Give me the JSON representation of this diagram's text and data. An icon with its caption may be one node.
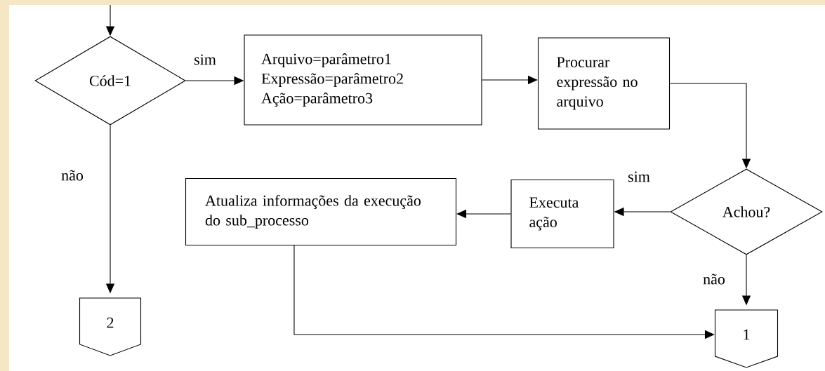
{
  "diagram": {
    "nodes": [
      {
        "text": [
          "Cód=1"
        ]
      },
      {
        "text": [
          "Arquivo=parâmetro1",
          "Expressão=parâmetro2",
          "Ação=parâmetro3"
        ]
      },
      {
        "text": [
          "Procurar expressão no arquivo"
        ]
      },
      {
        "text": [
          "Achou?"
        ]
      },
      {
        "text": [
          "Executa ação"
        ]
      },
      {
        "text": [
          "Atualiza informações da execução do sub_processo"
        ]
      },
      {
        "text": [
          "2"
        ]
      },
      {
        "text": [
          "1"
        ]
      }
    ],
    "edges": [
      {
        "from": null,
        "to": 0,
        "arrow": "to"
      },
      {
        "from": 0,
        "to": 1,
        "arrow": "to",
        "label": "sim"
      },
      {
        "from": 1,
        "to": 2,
        "arrow": "to"
      },
      {
        "from": 2,
        "to": 3,
        "arrow": "to"
      },
      {
        "from": 3,
        "to": 4,
        "arrow": "to",
        "label": "sim"
      },
      {
        "from": 4,
        "to": 5,
        "arrow": "to"
      },
      {
        "from": 0,
        "to": 6,
        "arrow": "to",
        "label": "não"
      },
      {
        "from": 3,
        "to": 7,
        "arrow": "to",
        "label": "não"
      },
      {
        "from": 5,
        "to": 7,
        "arrow": "to"
      }
    ]
  }
}
